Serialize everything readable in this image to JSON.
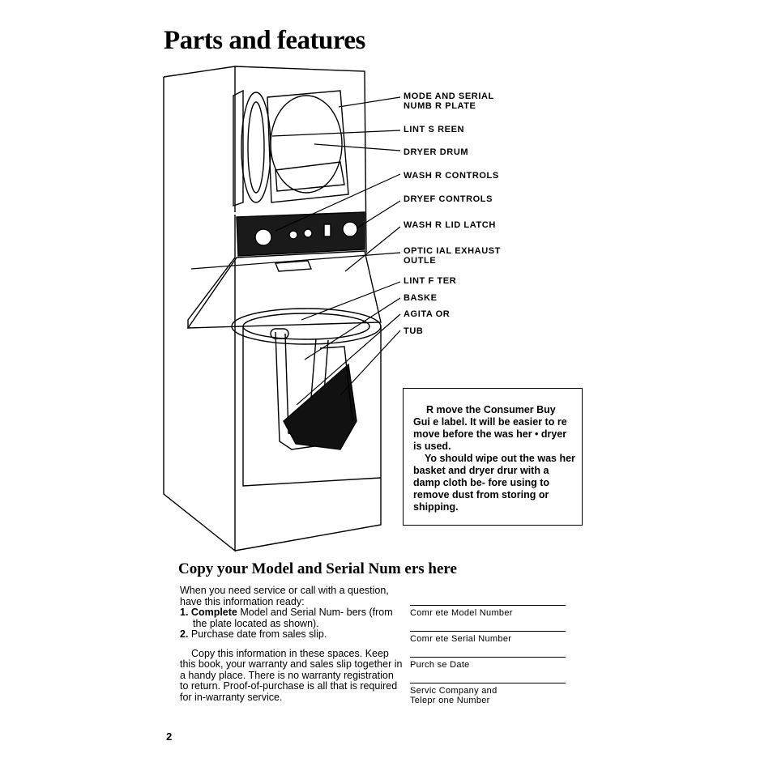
{
  "page": {
    "title": "Parts and features",
    "page_number": "2"
  },
  "callouts": [
    {
      "lines": [
        "MODE  AND SERIAL",
        "NUMB  R PLATE"
      ]
    },
    {
      "lines": [
        "LINT S  REEN"
      ]
    },
    {
      "lines": [
        "DRYER DRUM"
      ]
    },
    {
      "lines": [
        "WASH  R CONTROLS"
      ]
    },
    {
      "lines": [
        "DRYEF CONTROLS"
      ]
    },
    {
      "lines": [
        "WASH R LID LATCH"
      ]
    },
    {
      "lines": [
        "OPTIC IAL EXHAUST",
        "OUTLE"
      ]
    },
    {
      "lines": [
        "LINT F  TER"
      ]
    },
    {
      "lines": [
        "BASKE"
      ]
    },
    {
      "lines": [
        "AGITA  OR"
      ]
    },
    {
      "lines": [
        "TUB"
      ]
    }
  ],
  "notice": {
    "paragraph1": "R  move the Consumer Buy Gui  e label. It will be easier to re move before the was her • dryer is used.",
    "paragraph2": "Yo  should wipe out the was her basket and dryer drur  with a damp cloth be- fore using to remove dust from storing or shipping."
  },
  "copy_section": {
    "heading": "Copy your Model and Serial Num ers here",
    "intro": "When you need service or call with a question, have this information ready:",
    "item1_number": "1.",
    "item1_bold": "Complete",
    "item1_rest": " Model and Serial Num- bers (from the plate located as shown).",
    "item2_number": "2.",
    "item2_text": "Purchase date from sales slip.",
    "closing": "Copy this information in these spaces. Keep this book, your warranty and sales slip together in a handy place. There is no warranty registration to return. Proof-of-purchase is all that is required for in-warranty service."
  },
  "fields": [
    {
      "label": "Comr ete Model Number"
    },
    {
      "label": "Comr ete Serial Number"
    },
    {
      "label": "Purch  se Date"
    },
    {
      "label": "Servic  Company and",
      "label2": "Telepr  one Number"
    }
  ]
}
